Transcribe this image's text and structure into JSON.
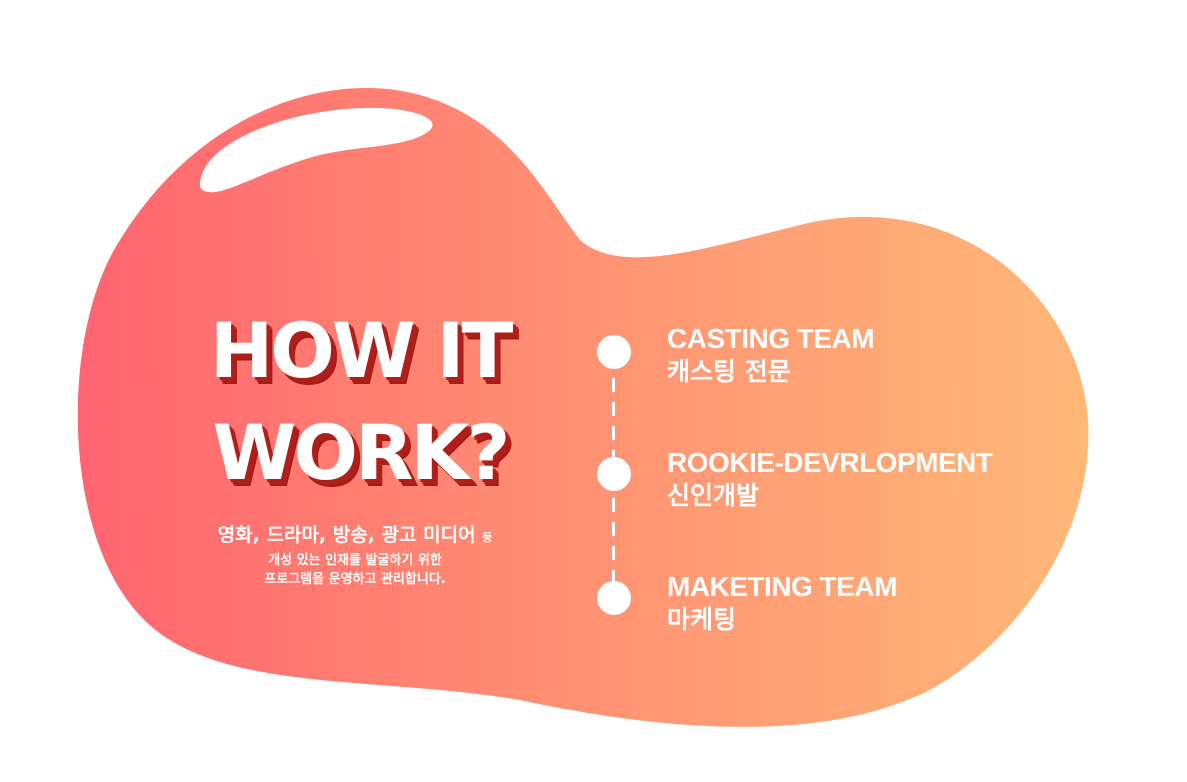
{
  "colors": {
    "blob_gradient_start": "#ff6470",
    "blob_gradient_end": "#ffb878",
    "text": "#ffffff",
    "title_shadow": "#b01e1a",
    "background": "#ffffff"
  },
  "headline": {
    "line1": "HOW IT",
    "line2": "WORK?"
  },
  "description": {
    "line1": "영화, 드라마, 방송, 광고 미디어",
    "line1_suffix": "등",
    "line2": "개성 있는 인재를 발굴하기 위한",
    "line3": "프로그램을 운영하고 관리합니다."
  },
  "steps": [
    {
      "title": "CASTING TEAM",
      "subtitle": "캐스팅 전문"
    },
    {
      "title": "ROOKIE-DEVRLOPMENT",
      "subtitle": "신인개발"
    },
    {
      "title": "MAKETING TEAM",
      "subtitle": "마케팅"
    }
  ]
}
